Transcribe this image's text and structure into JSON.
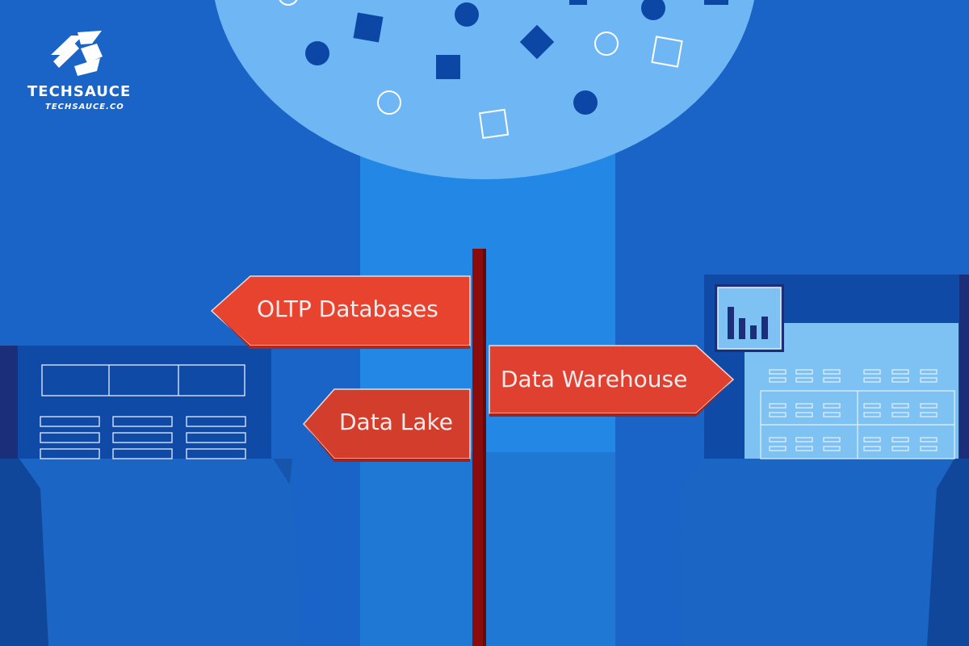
{
  "brand": {
    "name": "TECHSAUCE",
    "url": "TECHSAUCE.CO"
  },
  "signs": {
    "oltp": "OLTP Databases",
    "data_lake": "Data Lake",
    "data_warehouse": "Data Warehouse"
  },
  "colors": {
    "background": "#1a63c7",
    "sign_red": "#e8432f",
    "pole": "#8b0c0c",
    "moon": "#6fb6f5"
  },
  "icons": [
    "logo-icon",
    "bar-chart-icon"
  ]
}
